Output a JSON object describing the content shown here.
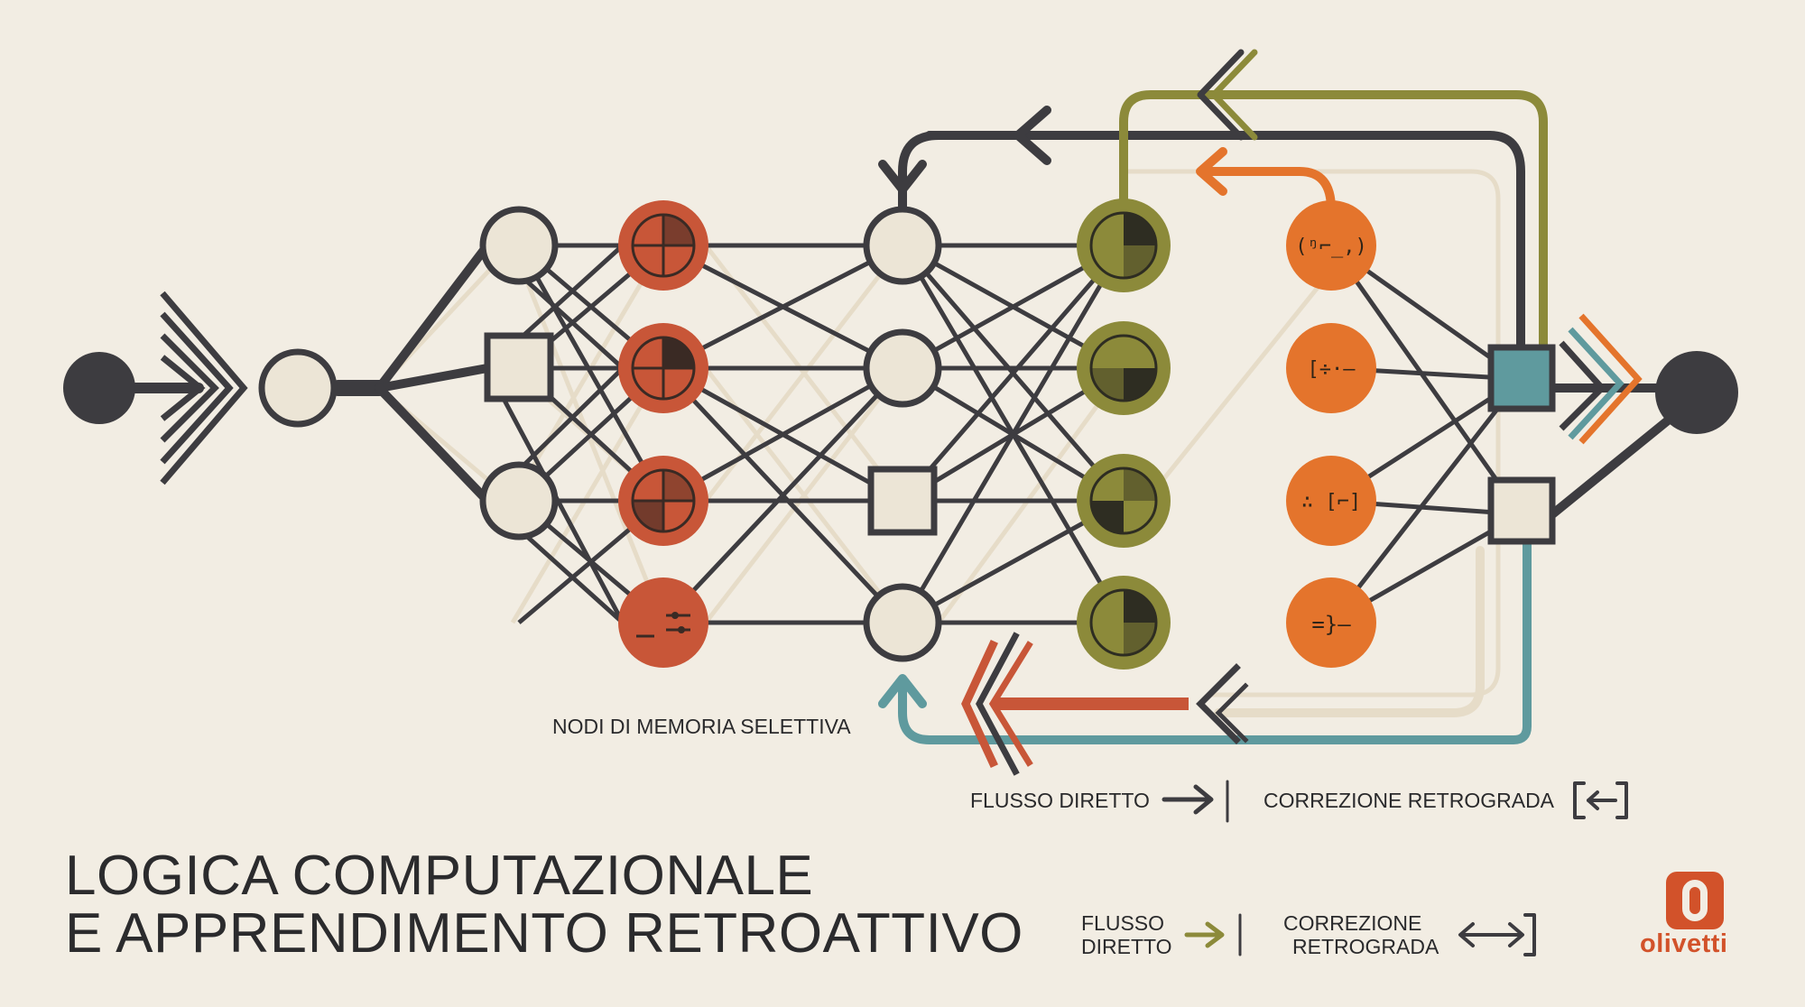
{
  "title": {
    "line1": "LOGICA COMPUTAZIONALE",
    "line2": "E APPRENDIMENTO RETROATTIVO"
  },
  "labels": {
    "memory_nodes": "NODI DI MEMORIA SELETTIVA",
    "legend_forward_1": "FLUSSO DIRETTO",
    "legend_backward_1": "CORREZIONE RETROGRADA",
    "legend_forward_2_line1": "FLUSSO",
    "legend_forward_2_line2": "DIRETTO",
    "legend_backward_2_line1": "CORREZIONE",
    "legend_backward_2_line2": "RETROGRADA"
  },
  "brand": {
    "name": "olivetti"
  },
  "colors": {
    "background": "#f2ede3",
    "ink": "#3d3c40",
    "node_fill": "#ece5d6",
    "terracotta": "#c85638",
    "olive": "#8c8a3a",
    "orange": "#e4742c",
    "teal": "#5f9a9e",
    "faint_line": "#e6dcc8",
    "brand": "#d2522a"
  }
}
